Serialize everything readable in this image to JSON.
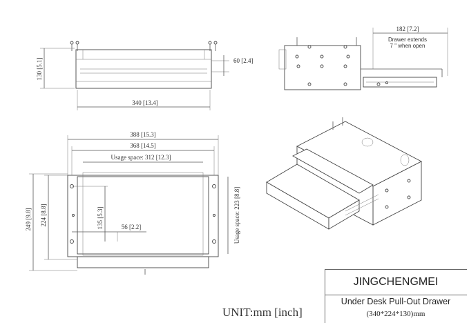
{
  "dimensions": {
    "height_130": "130 [5.1]",
    "width_340": "340 [13.4]",
    "rail_60": "60 [2.4]",
    "extend_182": "182 [7.2]",
    "extend_note_1": "Drawer extends",
    "extend_note_2": "7 \" when open",
    "outer_388": "388 [15.3]",
    "mid_368": "368 [14.5]",
    "usage_312": "Usage space: 312 [12.3]",
    "depth_249": "249 [9.8]",
    "depth_224": "224 [8.8]",
    "hole_135": "135 [5.3]",
    "hole_56": "56 [2.2]",
    "usage_223": "Usage space: 223 [8.8]"
  },
  "unit_label": "UNIT:mm [inch]",
  "title_block": {
    "brand": "JINGCHENGMEI",
    "product": "Under Desk Pull-Out Drawer",
    "size": "(340*224*130)mm"
  }
}
